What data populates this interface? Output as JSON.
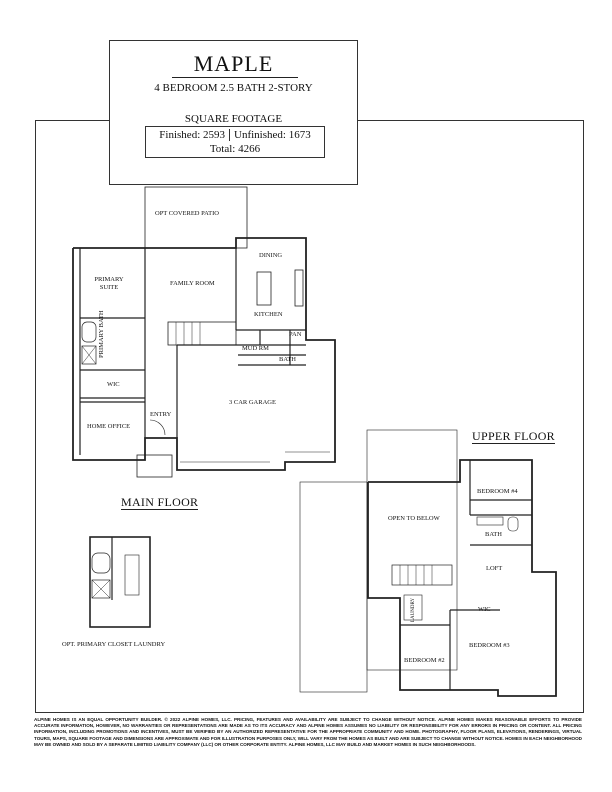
{
  "plan": {
    "name": "MAPLE",
    "subtitle": "4 BEDROOM  2.5 BATH  2-STORY",
    "square_footage": {
      "heading": "SQUARE FOOTAGE",
      "finished": "Finished: 2593",
      "unfinished": "Unfinished: 1673",
      "total": "Total: 4266"
    }
  },
  "main_floor": {
    "title": "MAIN FLOOR",
    "rooms": {
      "patio": "OPT COVERED PATIO",
      "dining": "DINING",
      "primary_suite": "PRIMARY SUITE",
      "family_room": "FAMILY ROOM",
      "kitchen": "KITCHEN",
      "pantry": "PAN",
      "mud_room": "MUD RM",
      "bath": "BATH",
      "primary_bath": "PRIMARY BATH",
      "wic": "WIC",
      "entry": "ENTRY",
      "garage": "3 CAR GARAGE",
      "home_office": "HOME OFFICE"
    }
  },
  "option": {
    "title": "OPT. PRIMARY CLOSET LAUNDRY"
  },
  "upper_floor": {
    "title": "UPPER FLOOR",
    "rooms": {
      "bedroom4": "BEDROOM #4",
      "open_to_below": "OPEN TO BELOW",
      "bath": "BATH",
      "loft": "LOFT",
      "laundry": "LAUNDRY",
      "wic": "WIC",
      "bedroom2": "BEDROOM #2",
      "bedroom3": "BEDROOM #3"
    }
  },
  "disclaimer": "ALPINE HOMES IS AN EQUAL OPPORTUNITY BUILDER. © 2022 ALPINE HOMES, LLC. PRICING, FEATURES AND AVAILABILITY ARE SUBJECT TO CHANGE WITHOUT NOTICE. ALPINE HOMES MAKES REASONABLE EFFORTS TO PROVIDE ACCURATE INFORMATION, HOWEVER, NO WARRANTIES OR REPRESENTATIONS ARE MADE AS TO ITS ACCURACY AND ALPINE HOMES ASSUMES NO LIABILITY OR RESPONSIBILITY FOR ANY ERRORS IN PRICING OR CONTENT. ALL PRICING INFORMATION, INCLUDING PROMOTIONS AND INCENTIVES, MUST BE VERIFIED BY AN AUTHORIZED REPRESENTATIVE FOR THE APPROPRIATE COMMUNITY AND HOME. PHOTOGRAPHY, FLOOR PLANS, ELEVATIONS, RENDERINGS, VIRTUAL TOURS, MAPS, SQUARE FOOTAGE AND DIMENSIONS ARE APPROXIMATE AND FOR ILLUSTRATION PURPOSES ONLY, WILL VARY FROM THE HOMES AS BUILT AND ARE SUBJECT TO CHANGE WITHOUT NOTICE. HOMES IN EACH NEIGHBORHOOD MAY BE OWNED AND SOLD BY A SEPARATE LIMITED LIABILITY COMPANY (LLC) OR OTHER CORPORATE ENTITY. ALPINE HOMES, LLC MAY BUILD AND MARKET HOMES IN SUCH NEIGHBORHOODS."
}
